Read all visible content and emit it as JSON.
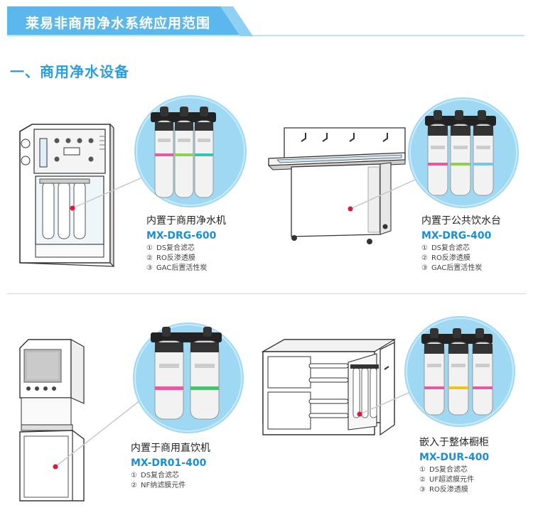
{
  "header": {
    "title": "莱易非商用净水系统应用范围"
  },
  "section": {
    "title": "一、商用净水设备"
  },
  "products": [
    {
      "title": "内置于商用净水机",
      "model": "MX-DRG-600",
      "features": [
        {
          "num": "①",
          "text": "DS复合滤芯"
        },
        {
          "num": "②",
          "text": "RO反渗透膜"
        },
        {
          "num": "③",
          "text": "GAC后置活性炭"
        }
      ]
    },
    {
      "title": "内置于公共饮水台",
      "model": "MX-DRG-400",
      "features": [
        {
          "num": "①",
          "text": "DS复合滤芯"
        },
        {
          "num": "②",
          "text": "RO反渗透膜"
        },
        {
          "num": "③",
          "text": "GAC后置活性炭"
        }
      ]
    },
    {
      "title": "内置于商用直饮机",
      "model": "MX-DR01-400",
      "features": [
        {
          "num": "①",
          "text": "DS复合滤芯"
        },
        {
          "num": "②",
          "text": "NF纳滤膜元件"
        }
      ]
    },
    {
      "title": "嵌入于整体橱柜",
      "model": "MX-DUR-400",
      "features": [
        {
          "num": "①",
          "text": "DS复合滤芯"
        },
        {
          "num": "②",
          "text": "UF超滤膜元件"
        },
        {
          "num": "③",
          "text": "RO反渗透膜"
        }
      ]
    }
  ],
  "colors": {
    "banner": "#5cb8ec",
    "accent": "#2b9ee0",
    "model": "#1a8fd6",
    "circle": "#9fd8f3",
    "pointer": "#e0163b"
  }
}
